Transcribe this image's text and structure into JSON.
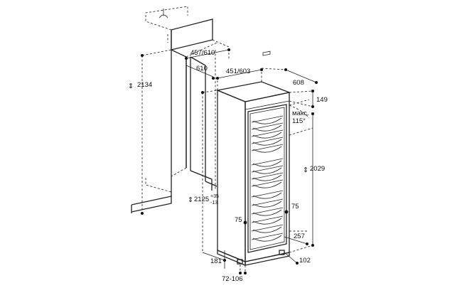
{
  "dimensions": {
    "niche_height": "2134",
    "niche_depth": "457/610",
    "panel_depth": "610",
    "cabinet_width": "451/603",
    "cabinet_depth": "608",
    "top_clearance": "149",
    "door_angle_label": "макс.",
    "door_angle_value": "115°",
    "cabinet_height": "2029",
    "niche_height_range": "2125",
    "tolerance_plus": "+35",
    "tolerance_minus": "-13",
    "hinge_left": "75",
    "hinge_right": "75",
    "plinth_depth": "257",
    "plinth_side": "181",
    "plinth_height": "102",
    "plinth_range": "72-106"
  },
  "colors": {
    "line": "#222222",
    "background": "#ffffff"
  }
}
